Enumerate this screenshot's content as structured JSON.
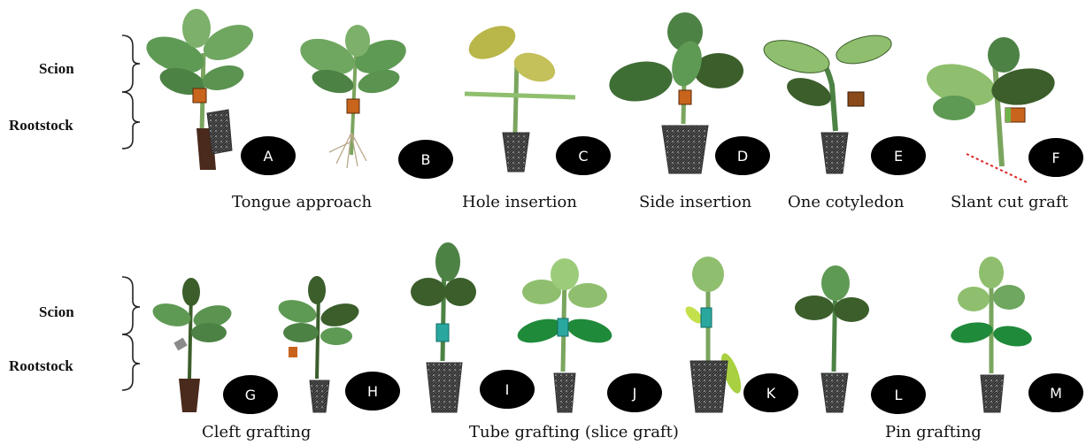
{
  "side_labels": {
    "scion": "Scion",
    "rootstock": "Rootstock"
  },
  "letters": [
    "A",
    "B",
    "C",
    "D",
    "E",
    "F",
    "G",
    "H",
    "I",
    "J",
    "K",
    "L",
    "M"
  ],
  "captions": {
    "tongue": "Tongue approach",
    "hole": "Hole insertion",
    "side": "Side insertion",
    "one_cot": "One cotyledon",
    "slant": "Slant cut graft",
    "cleft": "Cleft grafting",
    "tube": "Tube grafting (slice graft)",
    "pin": "Pin grafting"
  },
  "colors": {
    "leaf_mid": "#5f9a55",
    "leaf_dark": "#3b5e2b",
    "leaf_light": "#8fbf6e",
    "leaf_yellow": "#b9b64a",
    "stem": "#7aa55e",
    "clip_orange": "#c8641c",
    "tube_teal": "#2aa79e",
    "pot_dark": "#4a2a1c",
    "soil": "#3a3a3a",
    "badge": "#000000",
    "cut_line": "#e02424"
  }
}
